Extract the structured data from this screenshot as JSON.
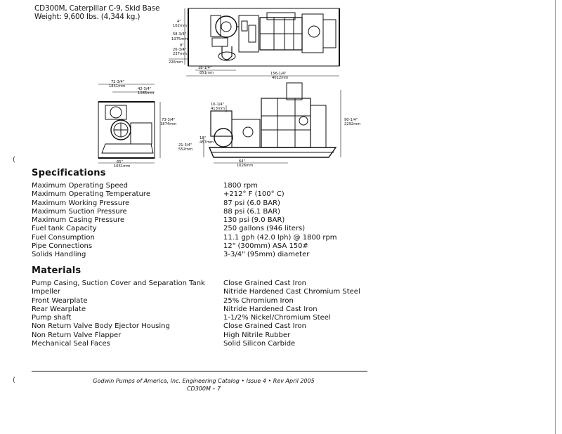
{
  "header": {
    "model_line": "CD300M, Caterpillar C-9, Skid Base",
    "weight_line": "Weight: 9,600 lbs. (4,344 kg.)"
  },
  "drawing_top": {
    "dims": [
      {
        "text": "4\""
      },
      {
        "text": "102mm"
      },
      {
        "text": "58-3/4\""
      },
      {
        "text": "1375mm"
      },
      {
        "text": "8\""
      },
      {
        "text": "26-3/4\""
      },
      {
        "text": "237mm"
      },
      {
        "text": "226mm"
      },
      {
        "text": "38-1/4\""
      },
      {
        "text": "851mm"
      },
      {
        "text": "156-1/4\""
      },
      {
        "text": "4012mm"
      }
    ]
  },
  "drawing_end": {
    "dims": [
      {
        "text": "72-3/4\""
      },
      {
        "text": "1851mm"
      },
      {
        "text": "42-3/4\""
      },
      {
        "text": "1085mm"
      },
      {
        "text": "73-3/4\""
      },
      {
        "text": "1874mm"
      },
      {
        "text": "65\""
      },
      {
        "text": "1651mm"
      }
    ]
  },
  "drawing_side": {
    "dims": [
      {
        "text": "16-1/4\""
      },
      {
        "text": "413mm"
      },
      {
        "text": "18\""
      },
      {
        "text": "457mm"
      },
      {
        "text": "21-3/4\""
      },
      {
        "text": "552mm"
      },
      {
        "text": "90-1/4\""
      },
      {
        "text": "2292mm"
      },
      {
        "text": "64\""
      },
      {
        "text": "1626mm"
      }
    ]
  },
  "specifications": {
    "heading": "Specifications",
    "rows": [
      {
        "label": "Maximum Operating Speed",
        "value": "1800 rpm"
      },
      {
        "label": "Maximum Operating Temperature",
        "value": "+212° F (100° C)"
      },
      {
        "label": "Maximum Working Pressure",
        "value": "87 psi (6.0 BAR)"
      },
      {
        "label": "Maximum Suction Pressure",
        "value": "88 psi (6.1 BAR)"
      },
      {
        "label": "Maximum Casing Pressure",
        "value": "130 psi (9.0 BAR)"
      },
      {
        "label": "Fuel tank Capacity",
        "value": "250 gallons (946 liters)"
      },
      {
        "label": "Fuel Consumption",
        "value": "11.1 gph (42.0 lph) @ 1800 rpm"
      },
      {
        "label": "Pipe Connections",
        "value": "12\" (300mm) ASA 150#"
      },
      {
        "label": "Solids Handling",
        "value": "3-3/4\" (95mm) diameter"
      }
    ]
  },
  "materials": {
    "heading": "Materials",
    "rows": [
      {
        "label": "Pump Casing, Suction Cover and Separation Tank",
        "value": "Close Grained Cast Iron"
      },
      {
        "label": "Impeller",
        "value": "Nitride Hardened Cast Chromium Steel"
      },
      {
        "label": "Front Wearplate",
        "value": "25% Chromium Iron"
      },
      {
        "label": "Rear Wearplate",
        "value": "Nitride Hardened Cast Iron"
      },
      {
        "label": "Pump shaft",
        "value": "1-1/2% Nickel/Chromium Steel"
      },
      {
        "label": "Non Return Valve Body Ejector Housing",
        "value": "Close Grained Cast Iron"
      },
      {
        "label": "Non Return Valve Flapper",
        "value": "High Nitrile Rubber"
      },
      {
        "label": "Mechanical Seal Faces",
        "value": "Solid Silicon Carbide"
      }
    ]
  },
  "footer": {
    "line1": "Godwin Pumps of America, Inc. Engineering Catalog • Issue 4 • Rev April 2005",
    "line2": "CD300M – 7"
  }
}
